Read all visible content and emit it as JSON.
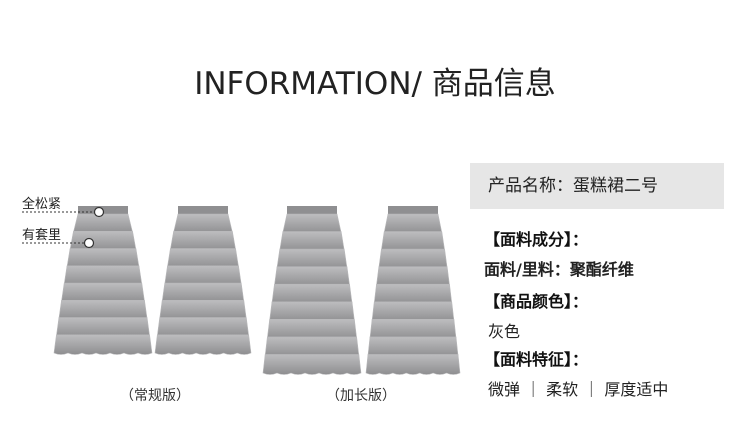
{
  "header": {
    "title": "INFORMATION/ 商品信息"
  },
  "product": {
    "name_label": "产品名称：",
    "name_value": "蛋糕裙二号"
  },
  "specs": [
    {
      "head": "【面料成分】：",
      "value": "面料/里料：聚酯纤维"
    },
    {
      "head": "【商品颜色】：",
      "value": "灰色"
    },
    {
      "head": "【面料特征】：",
      "value": "微弹 ｜ 柔软 ｜ 厚度适中"
    }
  ],
  "callouts": {
    "waist": "全松紧",
    "lining": "有套里"
  },
  "captions": {
    "regular": "（常规版）",
    "long": "（加长版）"
  },
  "colors": {
    "skirt": "#a9a9ab",
    "skirt_dark": "#8f8f91",
    "name_bar": "#e6e6e6"
  },
  "images": [
    {
      "name": "regular-front-skirt",
      "tiers": 8
    },
    {
      "name": "regular-back-skirt",
      "tiers": 8
    },
    {
      "name": "long-front-skirt",
      "tiers": 9
    },
    {
      "name": "long-back-skirt",
      "tiers": 9
    }
  ]
}
